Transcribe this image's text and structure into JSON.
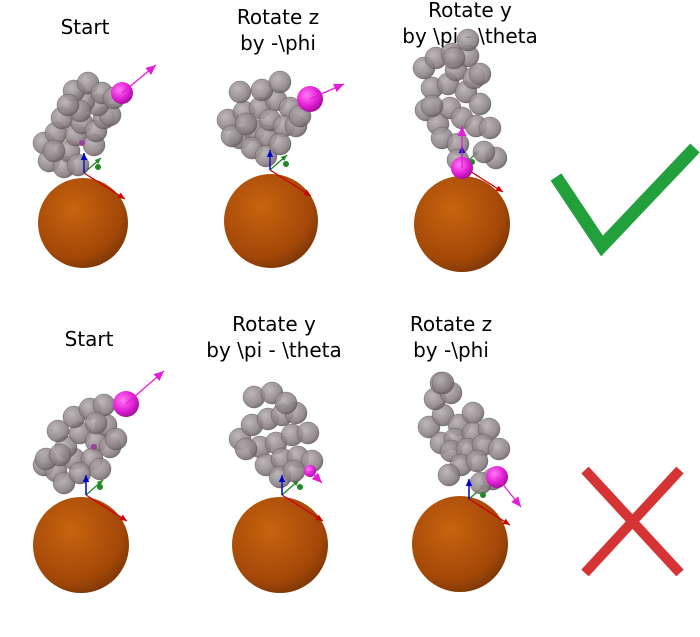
{
  "rows": [
    {
      "panels": [
        {
          "title_lines": [
            "Start"
          ]
        },
        {
          "title_lines": [
            "Rotate z",
            "by -\\phi"
          ]
        },
        {
          "title_lines": [
            "Rotate y",
            "by \\pi - \\theta"
          ]
        }
      ],
      "verdict": "check-icon"
    },
    {
      "panels": [
        {
          "title_lines": [
            "Start"
          ]
        },
        {
          "title_lines": [
            "Rotate y",
            "by \\pi - \\theta"
          ]
        },
        {
          "title_lines": [
            "Rotate z",
            "by -\\phi"
          ]
        }
      ],
      "verdict": "cross-icon"
    }
  ],
  "colors": {
    "planet": "#b44f0a",
    "cluster_bead": "#8e8487",
    "marker_bead": "#e21fd6",
    "axis_x": "#cc0000",
    "axis_y": "#1f8a1f",
    "axis_z": "#0000cc",
    "check": "#22a03c",
    "cross": "#d63434"
  }
}
